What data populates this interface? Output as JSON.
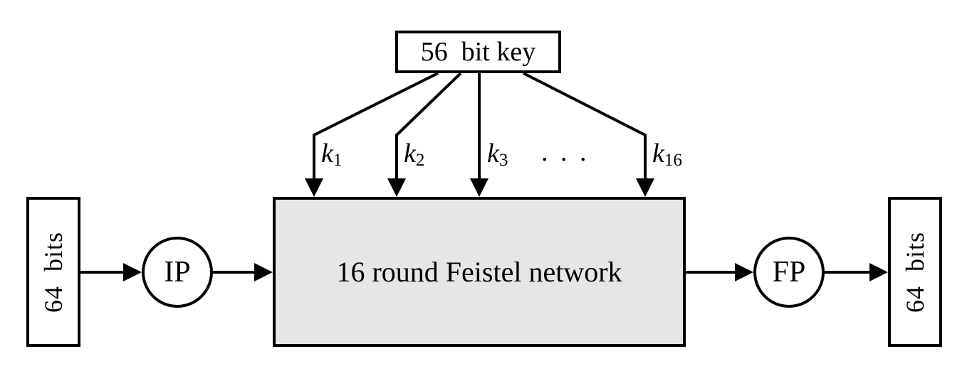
{
  "key_box": {
    "label": "56  bit key"
  },
  "round_key_labels": [
    {
      "base": "k",
      "sub": "1"
    },
    {
      "base": "k",
      "sub": "2"
    },
    {
      "base": "k",
      "sub": "3"
    },
    {
      "base": "k",
      "sub": "16"
    }
  ],
  "ellipsis": ". . .",
  "feistel_box": {
    "label": "16 round Feistel network"
  },
  "ip_node": {
    "label": "IP"
  },
  "fp_node": {
    "label": "FP"
  },
  "input_box": {
    "label": "64  bits"
  },
  "output_box": {
    "label": "64  bits"
  },
  "colors": {
    "stroke": "#000000",
    "feistel_fill": "#e6e6e6",
    "background": "#ffffff"
  }
}
